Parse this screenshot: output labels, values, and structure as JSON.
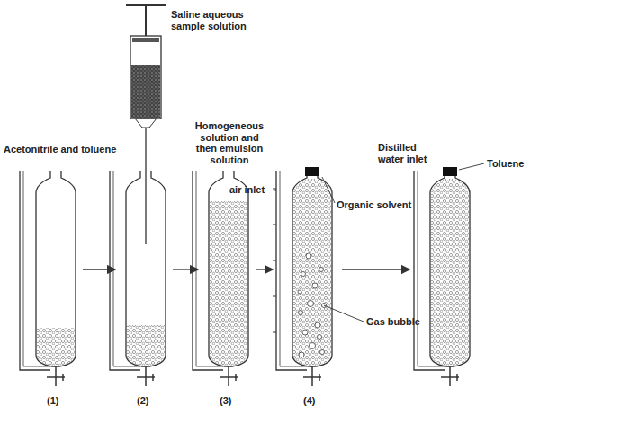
{
  "diagram": {
    "labels": [
      "Acetonitrile and toluene",
      "Saline aqueous sample solution",
      "Homogeneous solution and then emulsion solution",
      "air inlet",
      "Organic solvent",
      "Gas bubble",
      "Distilled water inlet",
      "Toluene",
      "(1)",
      "(2)",
      "(3)",
      "(4)"
    ]
  }
}
